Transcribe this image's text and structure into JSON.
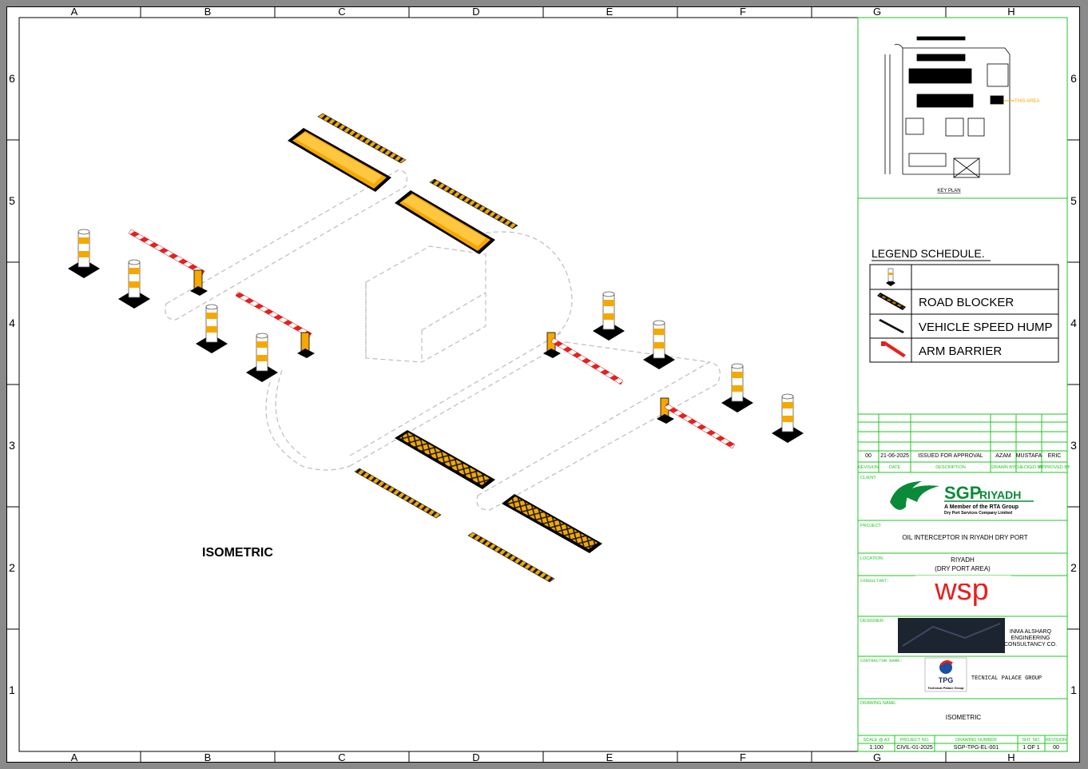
{
  "grid": {
    "columns": [
      "A",
      "B",
      "C",
      "D",
      "E",
      "F",
      "G",
      "H"
    ],
    "rows": [
      "6",
      "5",
      "4",
      "3",
      "2",
      "1"
    ]
  },
  "drawing": {
    "view_label": "ISOMETRIC",
    "colors": {
      "accent": "#f5a800",
      "barrier_red": "#e8201e",
      "frame_green": "#22c422",
      "key_plan_orange": "#f5a800"
    }
  },
  "key_plan": {
    "caption": "KEY PLAN",
    "marker": "THIS AREA"
  },
  "legend": {
    "title": "LEGEND SCHEDULE.",
    "items": [
      {
        "icon": "bollard-icon",
        "label": ""
      },
      {
        "icon": "road-blocker-icon",
        "label": "ROAD BLOCKER"
      },
      {
        "icon": "speed-hump-icon",
        "label": "VEHICLE SPEED HUMP"
      },
      {
        "icon": "arm-barrier-icon",
        "label": "ARM BARRIER"
      }
    ]
  },
  "revision": {
    "rev": "00",
    "date": "21-06-2025",
    "description": "ISSUED FOR APPROVAL",
    "drawn": "AZAM",
    "checked": "MUSTAFA",
    "approved": "ERIC",
    "headers": {
      "rev": "REVISION",
      "date": "DATE",
      "description": "DESCRIPTION",
      "drawn": "DRAWN BY",
      "checked": "CHECKED BY",
      "approved": "APPROVED BY"
    }
  },
  "title_block": {
    "client_label": "CLIENT:",
    "client_logo": {
      "name": "SGP",
      "city": "RIYADH",
      "tagline": "A Member of the RTA Group",
      "sub": "Dry Port Services Company Limited"
    },
    "project_label": "PROJECT:",
    "project": "OIL INTERCEPTOR IN RIYADH DRY PORT",
    "location_label": "LOCATION:",
    "location_line1": "RIYADH",
    "location_line2": "(DRY PORT AREA)",
    "consultant_label": "CONSULTANT:",
    "consultant_logo": "wsp",
    "designer_label": "DESIGNER:",
    "designer_line1": "INMA ALSHARQ",
    "designer_line2": "ENGINEERING",
    "designer_line3": "CONSULTANCY CO.",
    "contractor_label": "CONTRACTOR NAME:",
    "contractor_logo_text": "TPG",
    "contractor_logo_sub": "Technical Palace Group",
    "contractor": "TECNICAL PALACE GROUP",
    "drawing_name_label": "DRAWING NAME:",
    "drawing_name": "ISOMETRIC",
    "footer_headers": [
      "SCALE @ A3",
      "PROJECT NO.",
      "DRAWING NUMBER",
      "SHT. NO.",
      "REVISION"
    ],
    "footer_values": [
      "1:100",
      "CIVIL-01-2025",
      "SGP-TPG-EL-001",
      "1 OF 1",
      "00"
    ]
  }
}
